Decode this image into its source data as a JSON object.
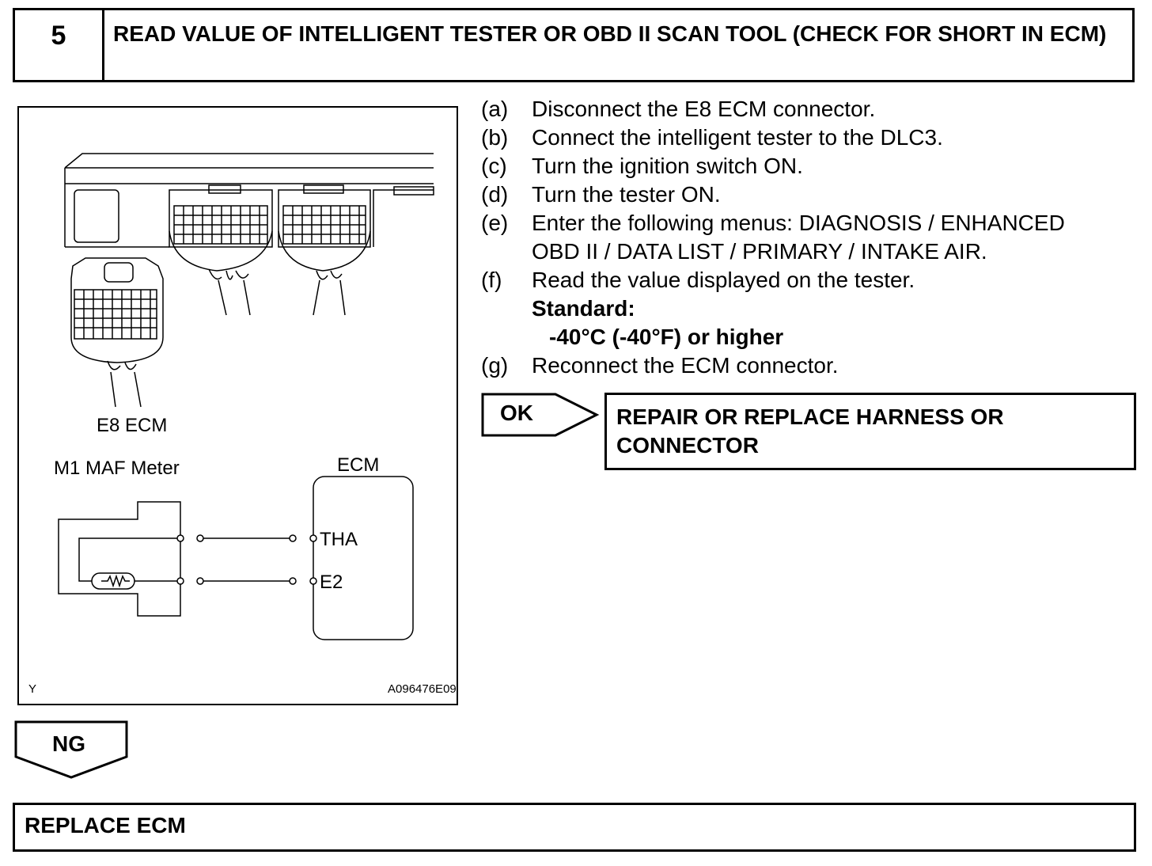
{
  "header": {
    "step_number": "5",
    "title": "READ VALUE OF INTELLIGENT TESTER OR OBD II SCAN TOOL (CHECK FOR SHORT IN ECM)"
  },
  "figure": {
    "connector_label": "E8 ECM",
    "sensor_label": "M1 MAF Meter",
    "ecm_label": "ECM",
    "pin_tha": "THA",
    "pin_e2": "E2",
    "corner_mark": "Y",
    "figure_code": "A096476E09"
  },
  "steps": [
    {
      "label": "(a)",
      "text": "Disconnect the E8 ECM connector."
    },
    {
      "label": "(b)",
      "text": "Connect the intelligent tester to the DLC3."
    },
    {
      "label": "(c)",
      "text": "Turn the ignition switch ON."
    },
    {
      "label": "(d)",
      "text": "Turn the tester ON."
    },
    {
      "label": "(e)",
      "text": "Enter the following menus: DIAGNOSIS / ENHANCED",
      "text2": "OBD II / DATA LIST / PRIMARY / INTAKE AIR."
    },
    {
      "label": "(f)",
      "text": "Read the value displayed on the tester."
    },
    {
      "label": "(g)",
      "text": "Reconnect the ECM connector."
    }
  ],
  "standard": {
    "heading": "Standard:",
    "value": "-40°C (-40°F) or higher"
  },
  "ok": {
    "label": "OK",
    "result": "REPAIR OR REPLACE HARNESS OR CONNECTOR"
  },
  "ng": {
    "label": "NG",
    "result": "REPLACE ECM"
  }
}
